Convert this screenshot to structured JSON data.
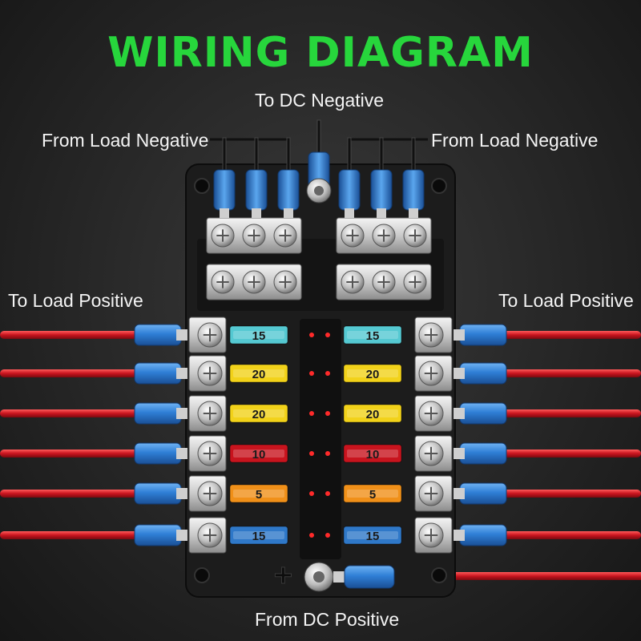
{
  "title": "WIRING DIAGRAM",
  "labels": {
    "to_dc_negative": "To DC Negative",
    "from_load_negative_left": "From Load Negative",
    "from_load_negative_right": "From Load Negative",
    "to_load_positive_left": "To Load Positive",
    "to_load_positive_right": "To Load Positive",
    "from_dc_positive": "From DC Positive"
  },
  "fuses": {
    "left": [
      {
        "rating": "15",
        "color": "#55c9d2"
      },
      {
        "rating": "20",
        "color": "#f2d21a"
      },
      {
        "rating": "20",
        "color": "#f2d21a"
      },
      {
        "rating": "10",
        "color": "#c8141e"
      },
      {
        "rating": "5",
        "color": "#f09019"
      },
      {
        "rating": "15",
        "color": "#2f78c8"
      }
    ],
    "right": [
      {
        "rating": "15",
        "color": "#55c9d2"
      },
      {
        "rating": "20",
        "color": "#f2d21a"
      },
      {
        "rating": "20",
        "color": "#f2d21a"
      },
      {
        "rating": "10",
        "color": "#c8141e"
      },
      {
        "rating": "5",
        "color": "#f09019"
      },
      {
        "rating": "15",
        "color": "#2f78c8"
      }
    ]
  },
  "colors": {
    "title_green": "#27d63c",
    "terminal_blue": "#2f7fd6",
    "wire_red": "#c8141e",
    "led_red": "#ff2a2a",
    "plus_symbol": "+"
  }
}
